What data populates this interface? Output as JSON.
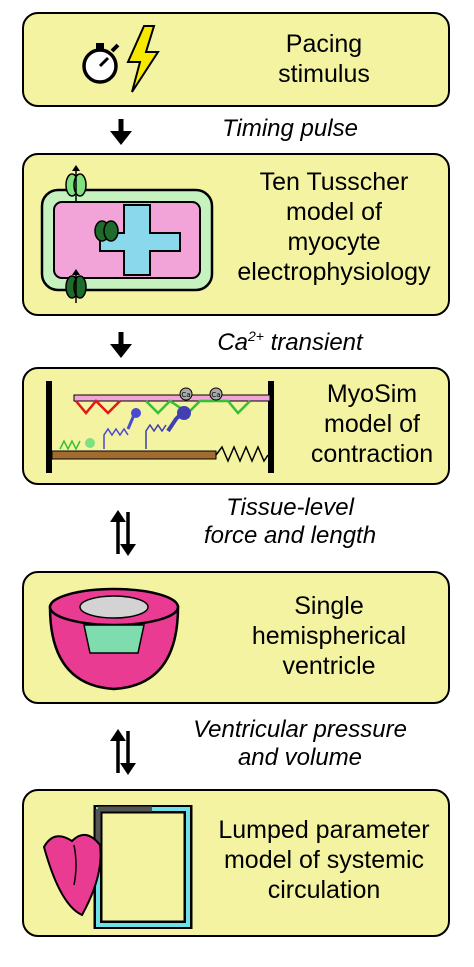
{
  "boxes": [
    {
      "id": "pacing",
      "lines": [
        "Pacing",
        "stimulus"
      ]
    },
    {
      "id": "ten-tusscher",
      "lines": [
        "Ten Tusscher",
        "model of",
        "myocyte",
        "electrophysiology"
      ]
    },
    {
      "id": "myosim",
      "lines": [
        "MyoSim",
        "model of",
        "contraction"
      ]
    },
    {
      "id": "ventricle",
      "lines": [
        "Single",
        "hemispherical",
        "ventricle"
      ]
    },
    {
      "id": "lumped",
      "lines": [
        "Lumped parameter",
        "model of systemic",
        "circulation"
      ]
    }
  ],
  "connectors": [
    {
      "direction": "down",
      "lines": [
        "Timing pulse"
      ]
    },
    {
      "direction": "down",
      "ca_main": "Ca",
      "ca_sup": "2+",
      "ca_rest": " transient"
    },
    {
      "direction": "bidirectional",
      "lines": [
        "Tissue-level",
        "force and length"
      ]
    },
    {
      "direction": "bidirectional",
      "lines": [
        "Ventricular pressure",
        "and volume"
      ]
    }
  ],
  "icons": {
    "stopwatch": "stopwatch-icon",
    "lightning": "lightning-icon",
    "cell": "myocyte-cell-icon",
    "sarcomere": "sarcomere-icon",
    "ca_symbol": "Ca",
    "ventricle": "ventricle-icon",
    "circuit": "circulation-icon"
  },
  "colors": {
    "box_fill": "#f3f3a2",
    "cell_pink": "#f2a3d8",
    "cell_green": "#c6f2c0",
    "cell_blue": "#8ad8ec",
    "ventricle_pink": "#ea3b93",
    "lightning": "#f6e800"
  }
}
